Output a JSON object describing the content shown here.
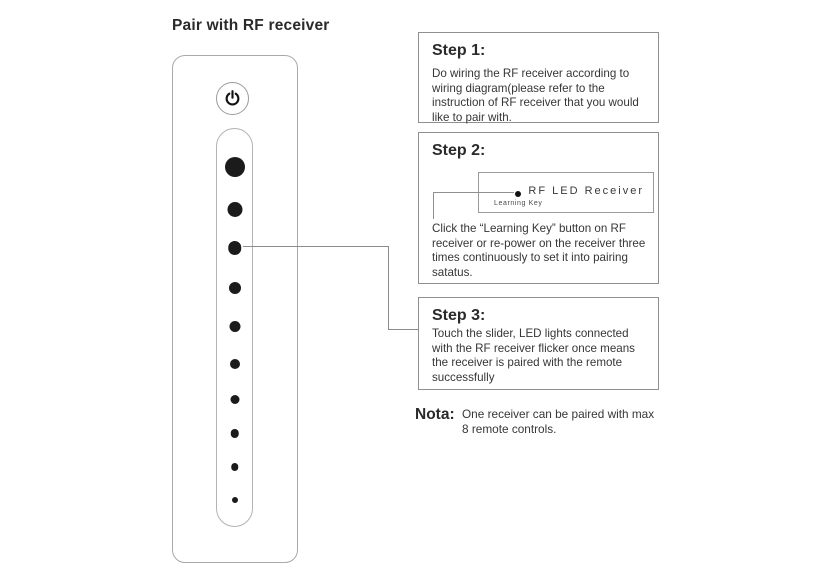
{
  "page": {
    "title": "Pair with RF receiver"
  },
  "device": {
    "name": "touch-remote-with-slider",
    "power_icon": "power-icon",
    "slider_dot_count": 10
  },
  "steps": [
    {
      "heading": "Step 1:",
      "body": "Do wiring the RF receiver according to wiring diagram(please refer to the instruction of RF receiver that you would like to pair with."
    },
    {
      "heading": "Step 2:",
      "body": "Click the “Learning Key” button on RF receiver or re-power on the receiver three times continuously to set it into pairing satatus.",
      "receiver_box": {
        "label": "RF LED Receiver",
        "key_label": "Learning Key"
      }
    },
    {
      "heading": "Step 3:",
      "body": "Touch the slider, LED lights connected with the RF receiver flicker once means the receiver is paired with the remote successfully"
    }
  ],
  "note": {
    "label": "Nota:",
    "text": "One receiver can be paired with max 8 remote controls."
  },
  "colors": {
    "ink": "#2e2d2c",
    "box_border": "#8f8f8f",
    "device_outline": "#a9a9a9",
    "dot": "#1b1b1b",
    "background": "#ffffff"
  }
}
